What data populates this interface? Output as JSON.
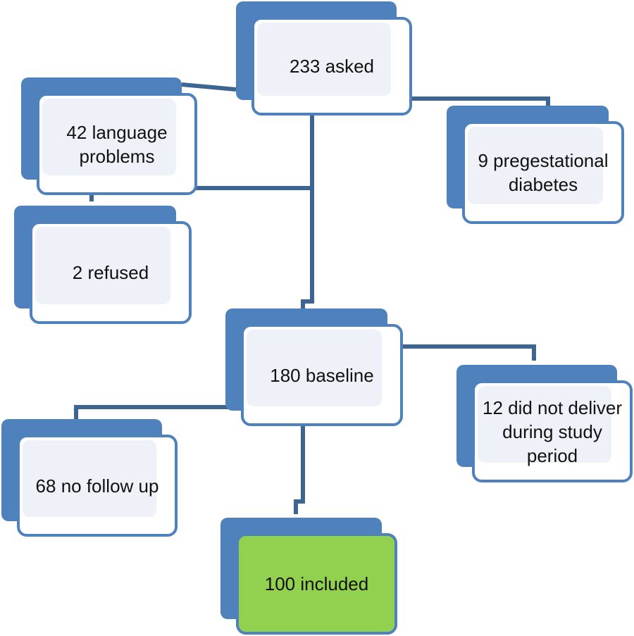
{
  "colors": {
    "box_border": "#4f81bd",
    "box_shadow": "#4f81bd",
    "box_fill": "#eef2f8",
    "included_fill": "#92d050",
    "connector": "#3d6591"
  },
  "nodes": {
    "asked": "233 asked",
    "language_problems": "42 language problems",
    "pregestational_diabetes": "9 pregestational diabetes",
    "refused": "2 refused",
    "baseline": "180 baseline",
    "did_not_deliver": "12 did not deliver during study period",
    "no_follow_up": "68 no follow up",
    "included": "100 included"
  }
}
